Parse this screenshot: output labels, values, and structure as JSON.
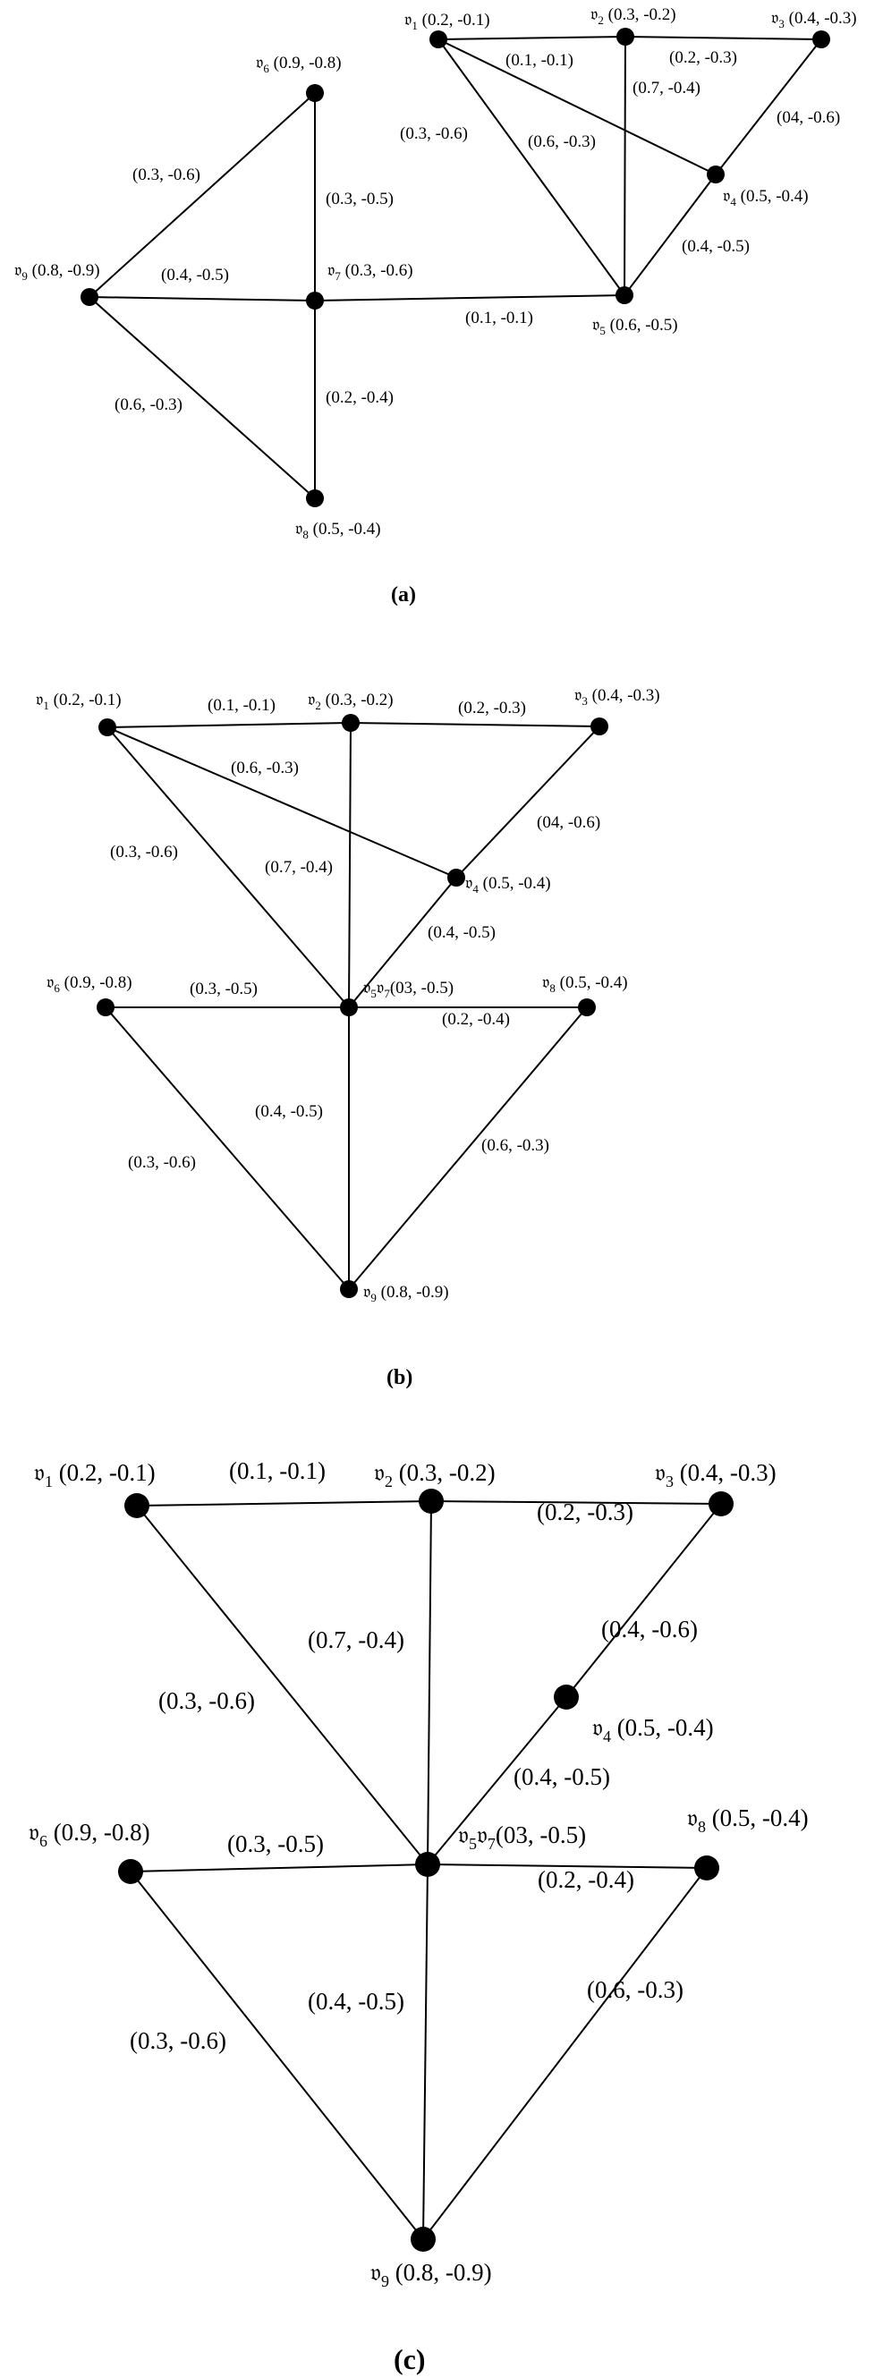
{
  "panels": [
    {
      "id": "a",
      "caption": "(a)",
      "nodes": [
        {
          "id": "n1",
          "sym": "𝔳",
          "sub": "1",
          "value": "(0.2, -0.1)"
        },
        {
          "id": "n2",
          "sym": "𝔳",
          "sub": "2",
          "value": "(0.3, -0.2)"
        },
        {
          "id": "n3",
          "sym": "𝔳",
          "sub": "3",
          "value": "(0.4, -0.3)"
        },
        {
          "id": "n4",
          "sym": "𝔳",
          "sub": "4",
          "value": "(0.5, -0.4)"
        },
        {
          "id": "n5",
          "sym": "𝔳",
          "sub": "5",
          "value": "(0.6, -0.5)"
        },
        {
          "id": "n6",
          "sym": "𝔳",
          "sub": "6",
          "value": "(0.9, -0.8)"
        },
        {
          "id": "n7",
          "sym": "𝔳",
          "sub": "7",
          "value": "(0.3, -0.6)"
        },
        {
          "id": "n8",
          "sym": "𝔳",
          "sub": "8",
          "value": "(0.5, -0.4)"
        },
        {
          "id": "n9",
          "sym": "𝔳",
          "sub": "9",
          "value": "(0.8, -0.9)"
        }
      ],
      "edges": [
        {
          "from": "n1",
          "to": "n2",
          "label": ""
        },
        {
          "from": "n2",
          "to": "n3",
          "label": "(0.2, -0.3)"
        },
        {
          "from": "n1",
          "to": "n4",
          "label": "(0.1, -0.1)"
        },
        {
          "from": "n1",
          "to": "n5",
          "label": "(0.3, -0.6)"
        },
        {
          "from": "n2",
          "to": "n5",
          "label": "(0.7, -0.4)"
        },
        {
          "from": "n3",
          "to": "n4",
          "label": "(04, -0.6)"
        },
        {
          "from": "n4",
          "to": "n5",
          "label": "(0.4, -0.5)"
        },
        {
          "from": "n7",
          "to": "n5",
          "label": "(0.1, -0.1)"
        },
        {
          "from": "n6",
          "to": "n7",
          "label": "(0.3, -0.5)"
        },
        {
          "from": "n6",
          "to": "n9",
          "label": "(0.3, -0.6)"
        },
        {
          "from": "n9",
          "to": "n7",
          "label": "(0.4, -0.5)"
        },
        {
          "from": "n7",
          "to": "n8",
          "label": "(0.2, -0.4)"
        },
        {
          "from": "n9",
          "to": "n8",
          "label": "(0.6, -0.3)"
        }
      ],
      "free_labels": [
        "(0.6, -0.3)"
      ]
    },
    {
      "id": "b",
      "caption": "(b)",
      "nodes": [
        {
          "id": "n1",
          "sym": "𝔳",
          "sub": "1",
          "value": "(0.2, -0.1)"
        },
        {
          "id": "n2",
          "sym": "𝔳",
          "sub": "2",
          "value": "(0.3, -0.2)"
        },
        {
          "id": "n3",
          "sym": "𝔳",
          "sub": "3",
          "value": "(0.4, -0.3)"
        },
        {
          "id": "n4",
          "sym": "𝔳",
          "sub": "4",
          "value": "(0.5, -0.4)"
        },
        {
          "id": "n57",
          "sym": "𝔳",
          "sub": "5",
          "sym2": "𝔳",
          "sub2": "7",
          "value": "(03, -0.5)"
        },
        {
          "id": "n6",
          "sym": "𝔳",
          "sub": "6",
          "value": "(0.9, -0.8)"
        },
        {
          "id": "n8",
          "sym": "𝔳",
          "sub": "8",
          "value": "(0.5, -0.4)"
        },
        {
          "id": "n9",
          "sym": "𝔳",
          "sub": "9",
          "value": "(0.8, -0.9)"
        }
      ],
      "edges": [
        {
          "from": "n1",
          "to": "n2",
          "label": "(0.1, -0.1)"
        },
        {
          "from": "n2",
          "to": "n3",
          "label": "(0.2, -0.3)"
        },
        {
          "from": "n1",
          "to": "n4",
          "label": "(0.6, -0.3)"
        },
        {
          "from": "n1",
          "to": "n57",
          "label": "(0.3, -0.6)"
        },
        {
          "from": "n2",
          "to": "n57",
          "label": "(0.7, -0.4)"
        },
        {
          "from": "n3",
          "to": "n4",
          "label": "(04, -0.6)"
        },
        {
          "from": "n4",
          "to": "n57",
          "label": "(0.4, -0.5)"
        },
        {
          "from": "n6",
          "to": "n57",
          "label": "(0.3, -0.5)"
        },
        {
          "from": "n57",
          "to": "n8",
          "label": "(0.2, -0.4)"
        },
        {
          "from": "n6",
          "to": "n9",
          "label": "(0.3, -0.6)"
        },
        {
          "from": "n57",
          "to": "n9",
          "label": "(0.4, -0.5)"
        },
        {
          "from": "n8",
          "to": "n9",
          "label": "(0.6, -0.3)"
        }
      ]
    },
    {
      "id": "c",
      "caption": "(c)",
      "nodes": [
        {
          "id": "n1",
          "sym": "𝔳",
          "sub": "1",
          "value": "(0.2, -0.1)"
        },
        {
          "id": "n2",
          "sym": "𝔳",
          "sub": "2",
          "value": "(0.3, -0.2)"
        },
        {
          "id": "n3",
          "sym": "𝔳",
          "sub": "3",
          "value": "(0.4, -0.3)"
        },
        {
          "id": "n4",
          "sym": "𝔳",
          "sub": "4",
          "value": "(0.5, -0.4)"
        },
        {
          "id": "n57",
          "sym": "𝔳",
          "sub": "5",
          "sym2": "𝔳",
          "sub2": "7",
          "value": "(03, -0.5)"
        },
        {
          "id": "n6",
          "sym": "𝔳",
          "sub": "6",
          "value": "(0.9, -0.8)"
        },
        {
          "id": "n8",
          "sym": "𝔳",
          "sub": "8",
          "value": "(0.5, -0.4)"
        },
        {
          "id": "n9",
          "sym": "𝔳",
          "sub": "9",
          "value": "(0.8, -0.9)"
        }
      ],
      "edges": [
        {
          "from": "n1",
          "to": "n2",
          "label": "(0.1, -0.1)"
        },
        {
          "from": "n2",
          "to": "n3",
          "label": "(0.2, -0.3)"
        },
        {
          "from": "n1",
          "to": "n57",
          "label": "(0.3, -0.6)"
        },
        {
          "from": "n2",
          "to": "n57",
          "label": "(0.7, -0.4)"
        },
        {
          "from": "n3",
          "to": "n4",
          "label": "(0.4, -0.6)"
        },
        {
          "from": "n4",
          "to": "n57",
          "label": "(0.4, -0.5)"
        },
        {
          "from": "n6",
          "to": "n57",
          "label": "(0.3, -0.5)"
        },
        {
          "from": "n57",
          "to": "n8",
          "label": "(0.2, -0.4)"
        },
        {
          "from": "n6",
          "to": "n9",
          "label": "(0.3, -0.6)"
        },
        {
          "from": "n57",
          "to": "n9",
          "label": "(0.4, -0.5)"
        },
        {
          "from": "n8",
          "to": "n9",
          "label": "(0.6, -0.3)"
        }
      ]
    }
  ]
}
